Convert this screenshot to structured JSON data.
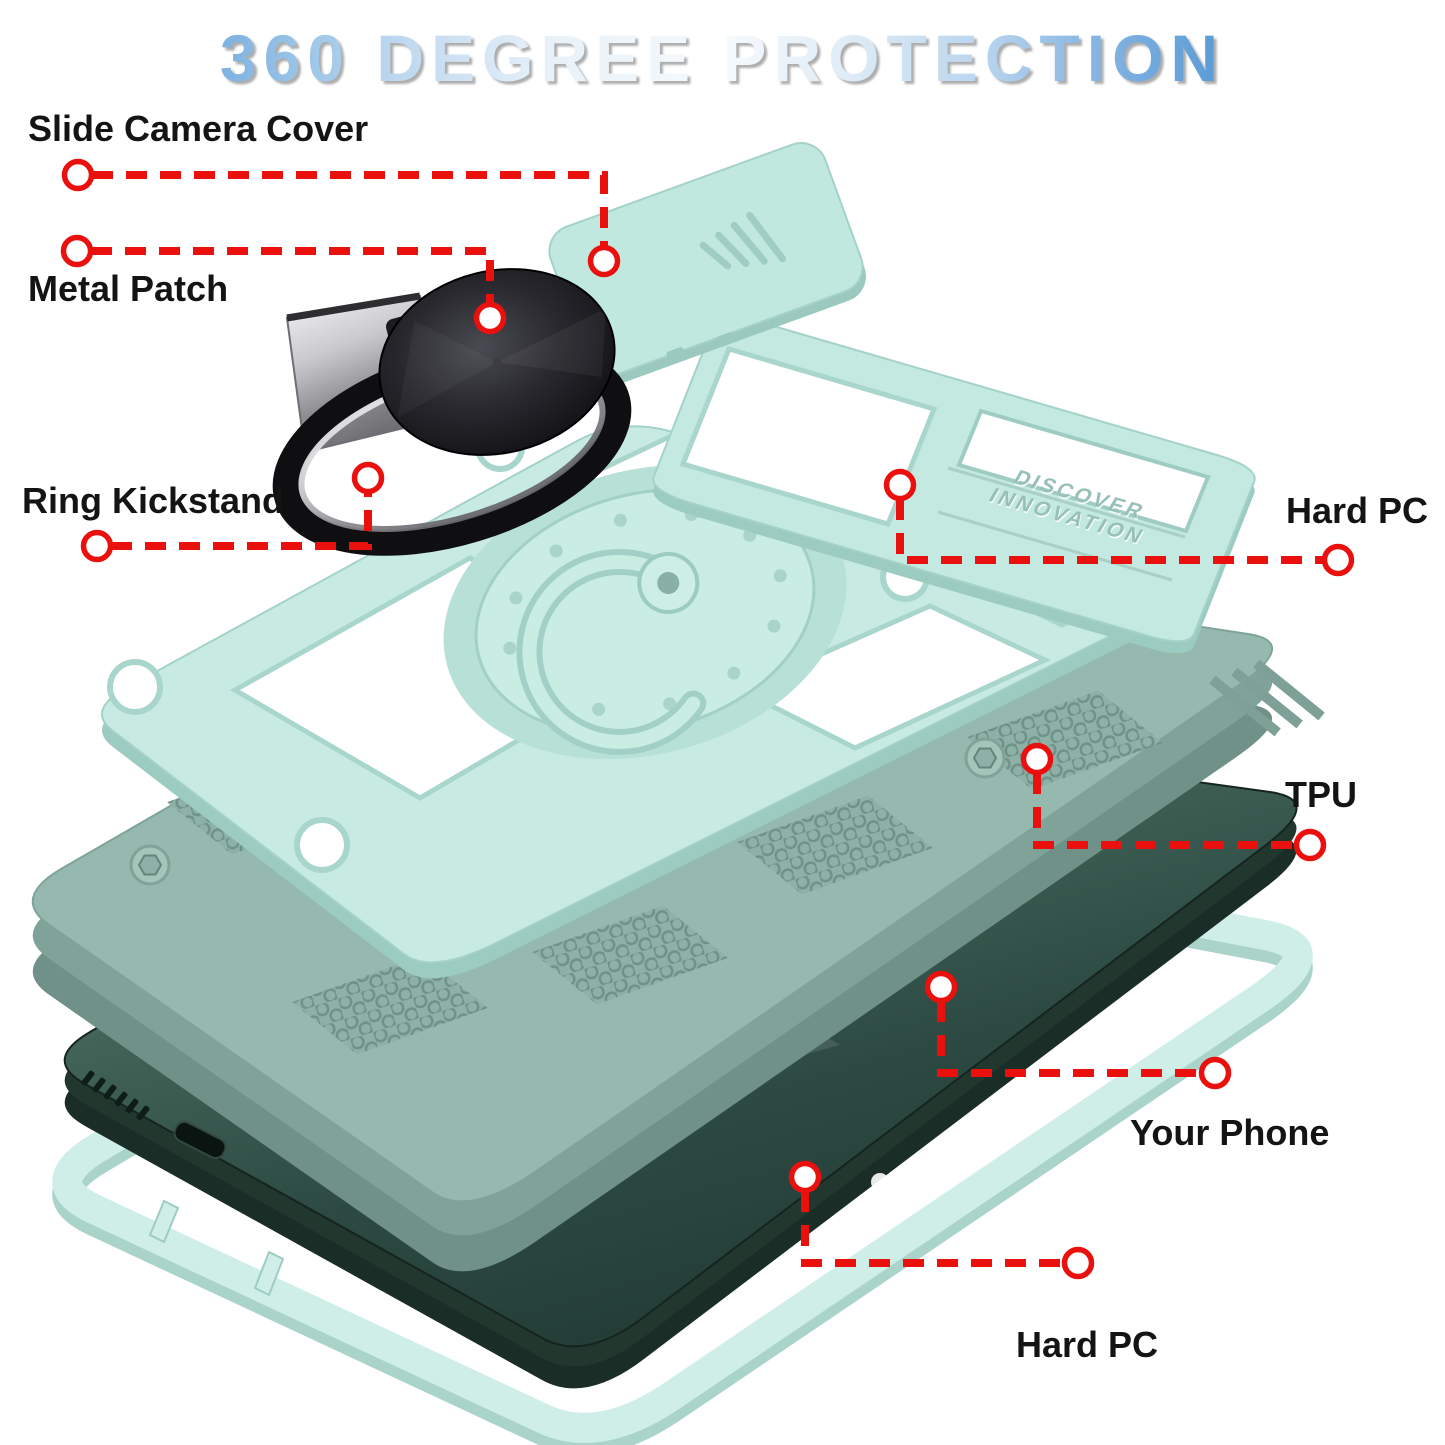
{
  "title": "360 DEGREE PROTECTION",
  "callouts": [
    {
      "id": "slide-camera-cover",
      "label": "Slide Camera Cover"
    },
    {
      "id": "metal-patch",
      "label": "Metal Patch"
    },
    {
      "id": "ring-kickstand",
      "label": "Ring Kickstand"
    },
    {
      "id": "hard-pc-top",
      "label": "Hard PC"
    },
    {
      "id": "tpu",
      "label": "TPU"
    },
    {
      "id": "your-phone",
      "label": "Your Phone"
    },
    {
      "id": "hard-pc-bottom",
      "label": "Hard PC"
    }
  ],
  "engraving": {
    "line1": "DISCOVER",
    "line2": "INNOVATION"
  },
  "colors": {
    "title_blue": "#3f82c6",
    "callout_red": "#e9100d",
    "label_black": "#141414",
    "case_mint": "#c7ebe2",
    "case_mint_shadow": "#9ccbc1",
    "tpu_green": "#95b9ae",
    "phone_green": "#2e4d45",
    "frame_mint": "#cfeee8"
  }
}
